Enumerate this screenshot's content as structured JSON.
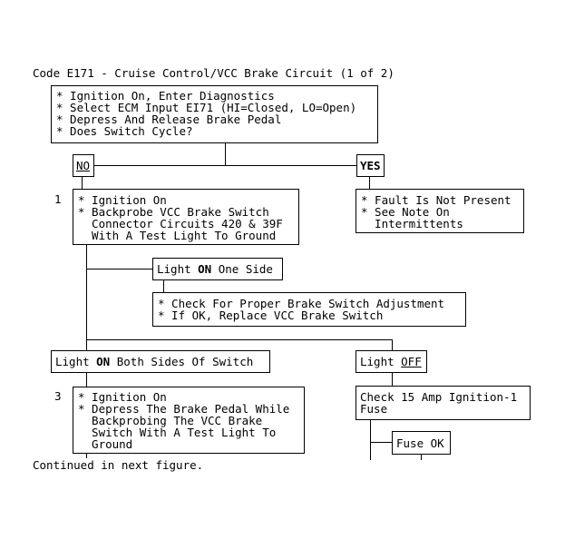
{
  "title": "Code E171 - Cruise Control/VCC Brake Circuit (1 of 2)",
  "start_box": [
    "* Ignition On, Enter Diagnostics",
    "* Select ECM Input EI71 (HI=Closed, LO=Open)",
    "* Depress And Release Brake Pedal",
    "* Does Switch Cycle?"
  ],
  "no_label": "NO",
  "yes_label": "YES",
  "step1_number": "1",
  "step1_box": [
    "* Ignition On",
    "* Backprobe VCC Brake Switch",
    "  Connector Circuits 420 & 39F",
    "  With A Test Light To Ground"
  ],
  "yes_result": [
    "* Fault Is Not Present",
    "* See Note On",
    "  Intermittents"
  ],
  "light_one_side": {
    "pre": "Light ",
    "bold": "ON",
    "post": " One Side"
  },
  "one_side_action": [
    "* Check For Proper Brake Switch Adjustment",
    "* If OK, Replace VCC Brake Switch"
  ],
  "light_both_sides": {
    "pre": "Light ",
    "bold": "ON",
    "post": " Both Sides Of Switch"
  },
  "light_off": {
    "pre": "Light ",
    "underlined": "OFF"
  },
  "step3_number": "3",
  "step3_box": [
    "* Ignition On",
    "* Depress The Brake Pedal While",
    "  Backprobing The VCC Brake",
    "  Switch With A Test Light To",
    "  Ground"
  ],
  "fuse_check": [
    "Check 15 Amp Ignition-1",
    "Fuse"
  ],
  "fuse_ok": "Fuse OK",
  "footer": "Continued in next figure."
}
